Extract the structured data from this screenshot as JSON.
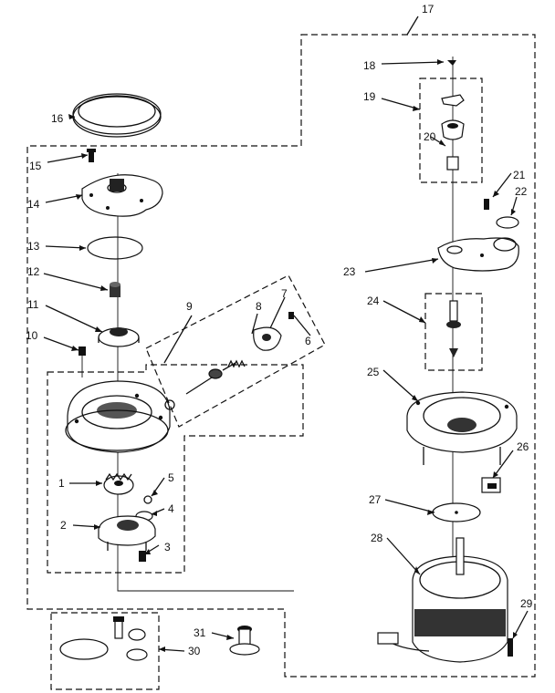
{
  "callouts": {
    "c1": "1",
    "c2": "2",
    "c3": "3",
    "c4": "4",
    "c5": "5",
    "c6": "6",
    "c7": "7",
    "c8": "8",
    "c9": "9",
    "c10": "10",
    "c11": "11",
    "c12": "12",
    "c13": "13",
    "c14": "14",
    "c15": "15",
    "c16": "16",
    "c17": "17",
    "c18": "18",
    "c19": "19",
    "c20": "20",
    "c21": "21",
    "c22": "22",
    "c23": "23",
    "c24": "24",
    "c25": "25",
    "c26": "26",
    "c27": "27",
    "c28": "28",
    "c29": "29",
    "c30": "30",
    "c31": "31"
  },
  "colors": {
    "ink": "#111111",
    "paper": "#ffffff",
    "shade": "#333333"
  }
}
